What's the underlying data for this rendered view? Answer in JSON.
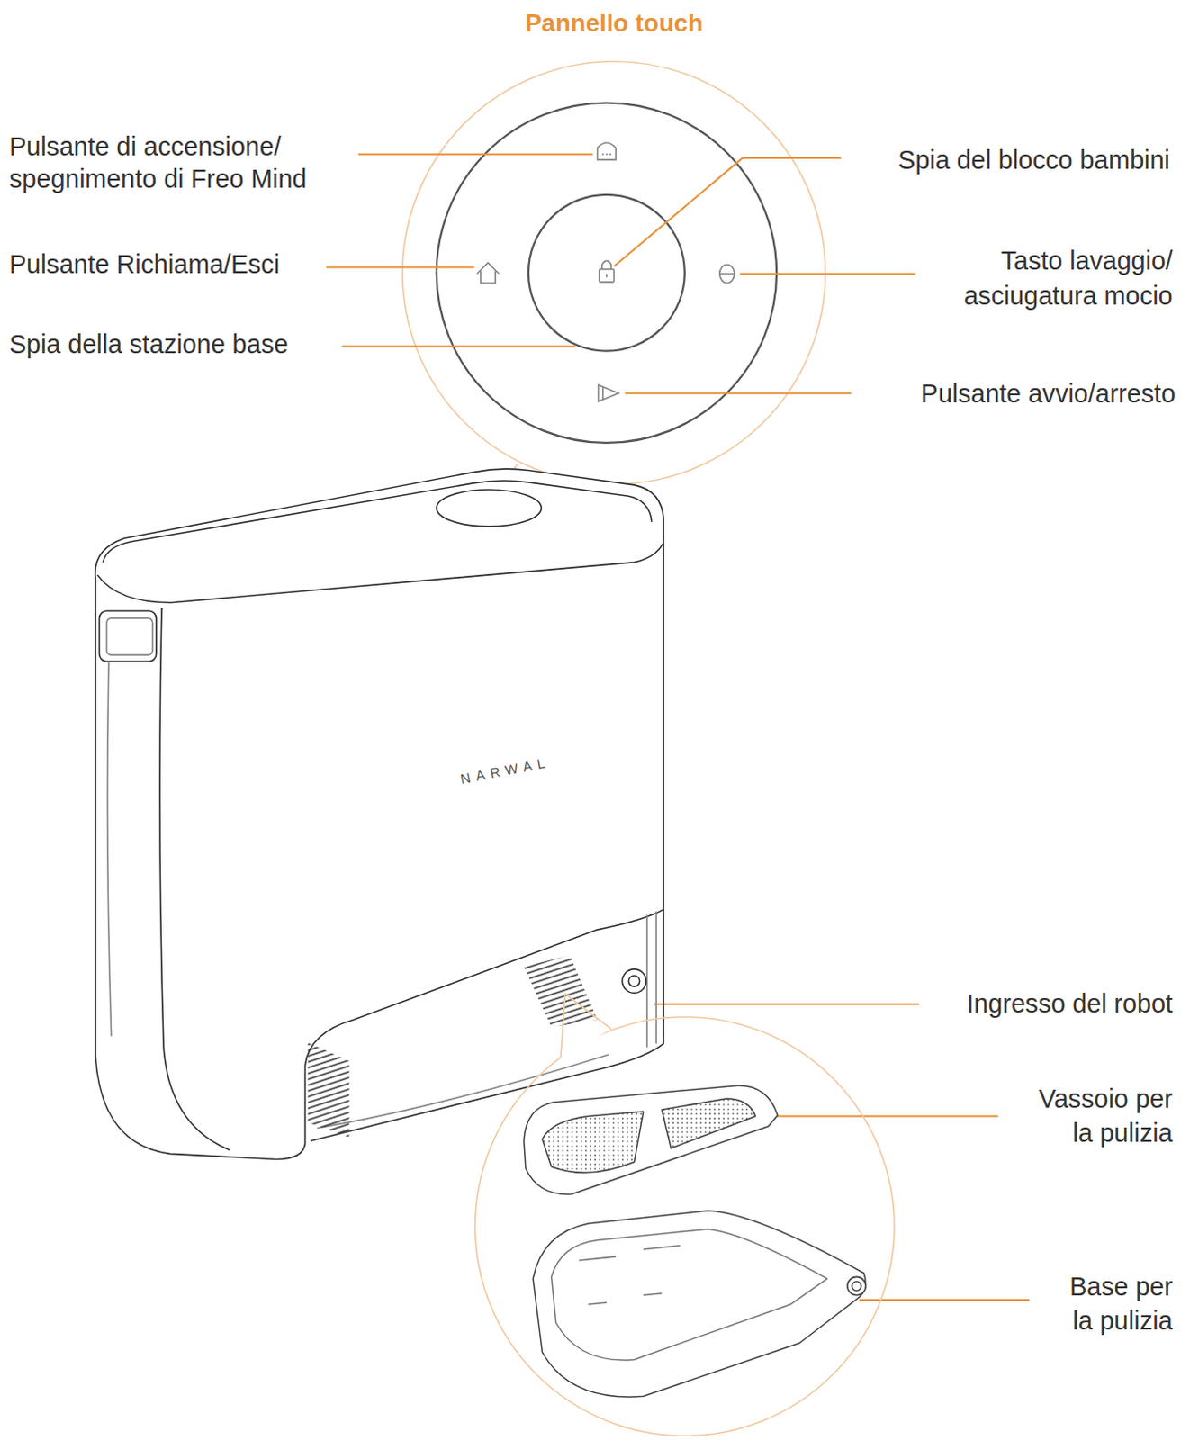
{
  "diagram": {
    "title": "Pannello touch",
    "labels": [
      "Pulsante di accensione/ spegnimento di Freo Mind",
      "Spia del blocco bambini",
      "Pulsante Richiama/Esci",
      "Tasto lavaggio/ asciugatura mocio",
      "Spia della stazione base",
      "Pulsante avvio/arresto",
      "NARWAL",
      "Ingresso del robot",
      "Vassoio per la pulizia",
      "Base per la pulizia"
    ]
  }
}
